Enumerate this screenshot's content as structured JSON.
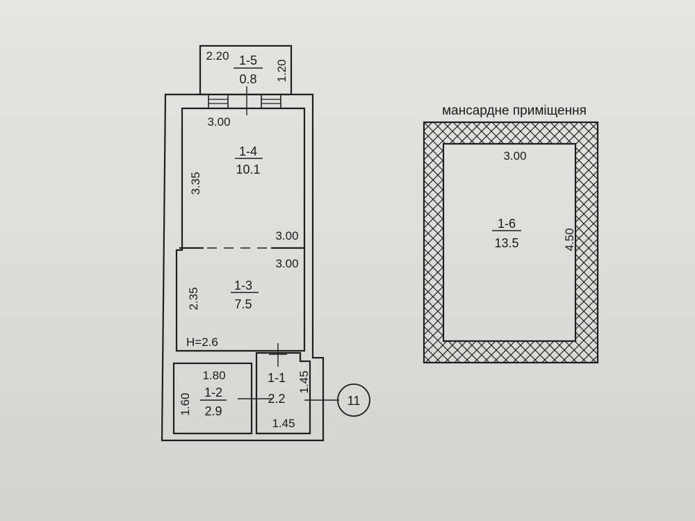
{
  "attic": {
    "title": "мансардне приміщення",
    "room_id": "1-6",
    "area": "13.5",
    "width": "3.00",
    "length": "4.50"
  },
  "rooms": {
    "r15": {
      "id": "1-5",
      "area": "0.8",
      "dim_w": "2.20",
      "dim_h": "1.20"
    },
    "r14": {
      "id": "1-4",
      "area": "10.1",
      "dim_w": "3.00",
      "dim_h": "3.35",
      "dim_w_bottom": "3.00"
    },
    "r13": {
      "id": "1-3",
      "area": "7.5",
      "dim_w": "3.00",
      "dim_h": "2.35",
      "height": "H=2.6"
    },
    "r12": {
      "id": "1-2",
      "area": "2.9",
      "dim_w": "1.80",
      "dim_h": "1.60"
    },
    "r11": {
      "id": "1-1",
      "area": "2.2",
      "dim_w": "1.45",
      "dim_h": "1.45"
    }
  },
  "marker": "11"
}
